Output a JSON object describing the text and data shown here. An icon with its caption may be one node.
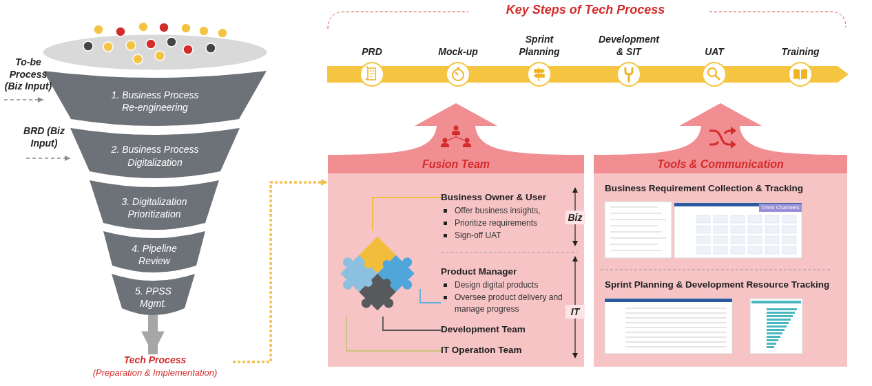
{
  "diagram": {
    "nodes": [
      {
        "text": [
          "1. Business Process Re-engineering"
        ]
      },
      {
        "text": [
          "2. Business Process Digitalization"
        ]
      },
      {
        "text": [
          "3. Digitalization Prioritization"
        ]
      },
      {
        "text": [
          "4. Pipeline Review"
        ]
      },
      {
        "text": [
          "5. PPSS Mgmt."
        ]
      },
      {
        "text": [
          "To-be Process (Biz Input)"
        ]
      },
      {
        "text": [
          "BRD (Biz Input)"
        ]
      },
      {
        "text": [
          "Tech Process",
          "(Preparation & Implementation)"
        ]
      },
      {
        "text": [
          "PRD"
        ]
      },
      {
        "text": [
          "Mock-up"
        ]
      },
      {
        "text": [
          "Sprint Planning"
        ]
      },
      {
        "text": [
          "Development & SIT"
        ]
      },
      {
        "text": [
          "UAT"
        ]
      },
      {
        "text": [
          "Training"
        ]
      },
      {
        "text": [
          "Fusion Team"
        ]
      },
      {
        "text": [],
        "shape": "picture",
        "in": 14
      },
      {
        "text": [
          "Business Owner & User",
          "Offer business insights,",
          "Prioritize requirements",
          "Sign-off UAT"
        ],
        "in": 14
      },
      {
        "text": [
          "Product Manager",
          "Design digital products",
          "Oversee product delivery and manage progress"
        ],
        "in": 14
      },
      {
        "text": [
          "Development Team"
        ],
        "in": 14
      },
      {
        "text": [
          "IT Operation Team"
        ],
        "in": 14
      },
      {
        "text": [
          "Tools & Communication"
        ]
      }
    ],
    "edges": [
      {
        "from": 5,
        "to": 0,
        "arrow": "to",
        "style": "dashed"
      },
      {
        "from": 6,
        "to": 1,
        "arrow": "to",
        "style": "dashed"
      },
      {
        "from": 4,
        "to": 7,
        "arrow": "to",
        "style": "thick",
        "color": "#a6a6a6"
      },
      {
        "from": 7,
        "to": 14,
        "arrow": "to",
        "style": "dashed",
        "color": "#f2c14e"
      },
      {
        "from": 15,
        "to": 16,
        "arrow": "none",
        "color": "#f3bd3c"
      },
      {
        "from": 15,
        "to": 17,
        "arrow": "none",
        "color": "#5aaee0"
      },
      {
        "from": 15,
        "to": 18,
        "arrow": "none",
        "color": "#555555"
      },
      {
        "from": 15,
        "to": 19,
        "arrow": "none",
        "color": "#c9c27a"
      }
    ],
    "labels": [
      "Key Steps of Tech Process",
      "Biz",
      "IT",
      "Business Requirement Collection & Tracking",
      "Omni Channels",
      "Sprint Planning & Development Resource Tracking"
    ]
  }
}
